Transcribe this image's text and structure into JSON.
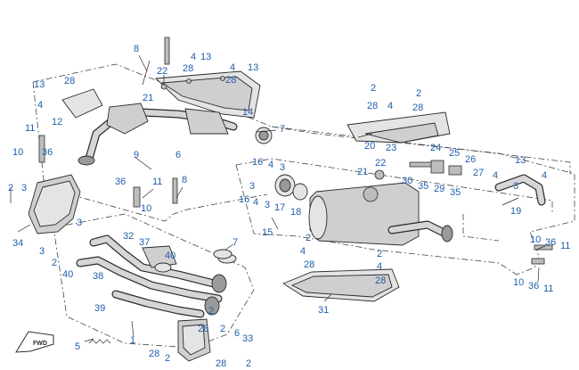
{
  "diagram": {
    "callouts": [
      {
        "id": "c1",
        "text": "8"
      },
      {
        "id": "c2",
        "text": "22"
      },
      {
        "id": "c3",
        "text": "4"
      },
      {
        "id": "c4",
        "text": "13"
      },
      {
        "id": "c5",
        "text": "28"
      },
      {
        "id": "c6",
        "text": "4"
      },
      {
        "id": "c7",
        "text": "13"
      },
      {
        "id": "c8",
        "text": "28"
      },
      {
        "id": "c9",
        "text": "21"
      },
      {
        "id": "c10",
        "text": "14"
      },
      {
        "id": "c11",
        "text": "13"
      },
      {
        "id": "c12",
        "text": "28"
      },
      {
        "id": "c13",
        "text": "4"
      },
      {
        "id": "c14",
        "text": "12"
      },
      {
        "id": "c15",
        "text": "11"
      },
      {
        "id": "c16",
        "text": "10"
      },
      {
        "id": "c17",
        "text": "36"
      },
      {
        "id": "c18",
        "text": "9"
      },
      {
        "id": "c19",
        "text": "6"
      },
      {
        "id": "c20",
        "text": "7"
      },
      {
        "id": "c21",
        "text": "36"
      },
      {
        "id": "c22",
        "text": "11"
      },
      {
        "id": "c23",
        "text": "10"
      },
      {
        "id": "c24",
        "text": "8"
      },
      {
        "id": "c25",
        "text": "2"
      },
      {
        "id": "c26",
        "text": "3"
      },
      {
        "id": "c27",
        "text": "34"
      },
      {
        "id": "c28",
        "text": "3"
      },
      {
        "id": "c29",
        "text": "3"
      },
      {
        "id": "c30",
        "text": "2"
      },
      {
        "id": "c31",
        "text": "32"
      },
      {
        "id": "c32",
        "text": "37"
      },
      {
        "id": "c33",
        "text": "40"
      },
      {
        "id": "c34",
        "text": "40"
      },
      {
        "id": "c35",
        "text": "38"
      },
      {
        "id": "c36",
        "text": "39"
      },
      {
        "id": "c37",
        "text": "7"
      },
      {
        "id": "c38",
        "text": "2"
      },
      {
        "id": "c39",
        "text": "28"
      },
      {
        "id": "c40",
        "text": "2"
      },
      {
        "id": "c41",
        "text": "1"
      },
      {
        "id": "c42",
        "text": "5"
      },
      {
        "id": "c43",
        "text": "6"
      },
      {
        "id": "c44",
        "text": "33"
      },
      {
        "id": "c45",
        "text": "28"
      },
      {
        "id": "c46",
        "text": "2"
      },
      {
        "id": "c47",
        "text": "28"
      },
      {
        "id": "c48",
        "text": "2"
      },
      {
        "id": "c49",
        "text": "2"
      },
      {
        "id": "c50",
        "text": "28"
      },
      {
        "id": "c51",
        "text": "4"
      },
      {
        "id": "c52",
        "text": "2"
      },
      {
        "id": "c53",
        "text": "28"
      },
      {
        "id": "c54",
        "text": "20"
      },
      {
        "id": "c55",
        "text": "23"
      },
      {
        "id": "c56",
        "text": "24"
      },
      {
        "id": "c57",
        "text": "25"
      },
      {
        "id": "c58",
        "text": "26"
      },
      {
        "id": "c59",
        "text": "27"
      },
      {
        "id": "c60",
        "text": "13"
      },
      {
        "id": "c61",
        "text": "4"
      },
      {
        "id": "c62",
        "text": "4"
      },
      {
        "id": "c63",
        "text": "3"
      },
      {
        "id": "c64",
        "text": "22"
      },
      {
        "id": "c65",
        "text": "21"
      },
      {
        "id": "c66",
        "text": "30"
      },
      {
        "id": "c67",
        "text": "35"
      },
      {
        "id": "c68",
        "text": "29"
      },
      {
        "id": "c69",
        "text": "35"
      },
      {
        "id": "c70",
        "text": "16"
      },
      {
        "id": "c71",
        "text": "4"
      },
      {
        "id": "c72",
        "text": "3"
      },
      {
        "id": "c73",
        "text": "3"
      },
      {
        "id": "c74",
        "text": "16"
      },
      {
        "id": "c75",
        "text": "4"
      },
      {
        "id": "c76",
        "text": "3"
      },
      {
        "id": "c77",
        "text": "17"
      },
      {
        "id": "c78",
        "text": "18"
      },
      {
        "id": "c79",
        "text": "15"
      },
      {
        "id": "c80",
        "text": "19"
      },
      {
        "id": "c81",
        "text": "2"
      },
      {
        "id": "c82",
        "text": "4"
      },
      {
        "id": "c83",
        "text": "28"
      },
      {
        "id": "c84",
        "text": "2"
      },
      {
        "id": "c85",
        "text": "4"
      },
      {
        "id": "c86",
        "text": "28"
      },
      {
        "id": "c87",
        "text": "31"
      },
      {
        "id": "c88",
        "text": "10"
      },
      {
        "id": "c89",
        "text": "36"
      },
      {
        "id": "c90",
        "text": "11"
      },
      {
        "id": "c91",
        "text": "10"
      },
      {
        "id": "c92",
        "text": "36"
      },
      {
        "id": "c93",
        "text": "11"
      }
    ],
    "direction_badge": "FWD"
  }
}
